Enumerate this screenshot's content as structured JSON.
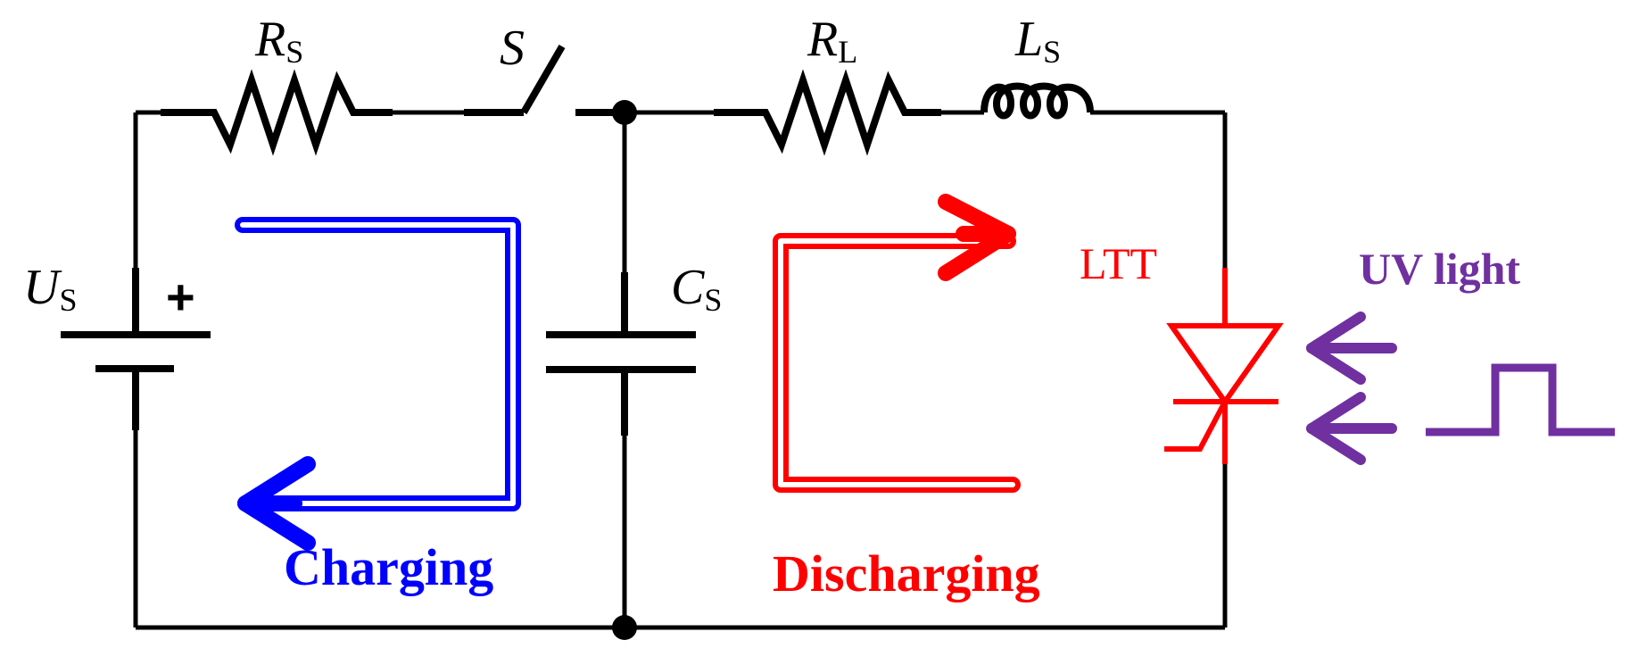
{
  "components": {
    "source_resistor": {
      "symbol": "R",
      "subscript": "S"
    },
    "switch": {
      "symbol": "S"
    },
    "load_resistor": {
      "symbol": "R",
      "subscript": "L"
    },
    "inductor": {
      "symbol": "L",
      "subscript": "S"
    },
    "source": {
      "symbol": "U",
      "subscript": "S",
      "polarity": "+"
    },
    "capacitor": {
      "symbol": "C",
      "subscript": "S"
    },
    "thyristor": {
      "label": "LTT"
    },
    "trigger": {
      "label": "UV light"
    }
  },
  "loops": {
    "charging": {
      "label": "Charging",
      "color": "#0000ff"
    },
    "discharging": {
      "label": "Discharging",
      "color": "#ff0000"
    }
  },
  "colors": {
    "wire": "#000000",
    "ltt": "#ff0000",
    "uv": "#7030a0"
  }
}
